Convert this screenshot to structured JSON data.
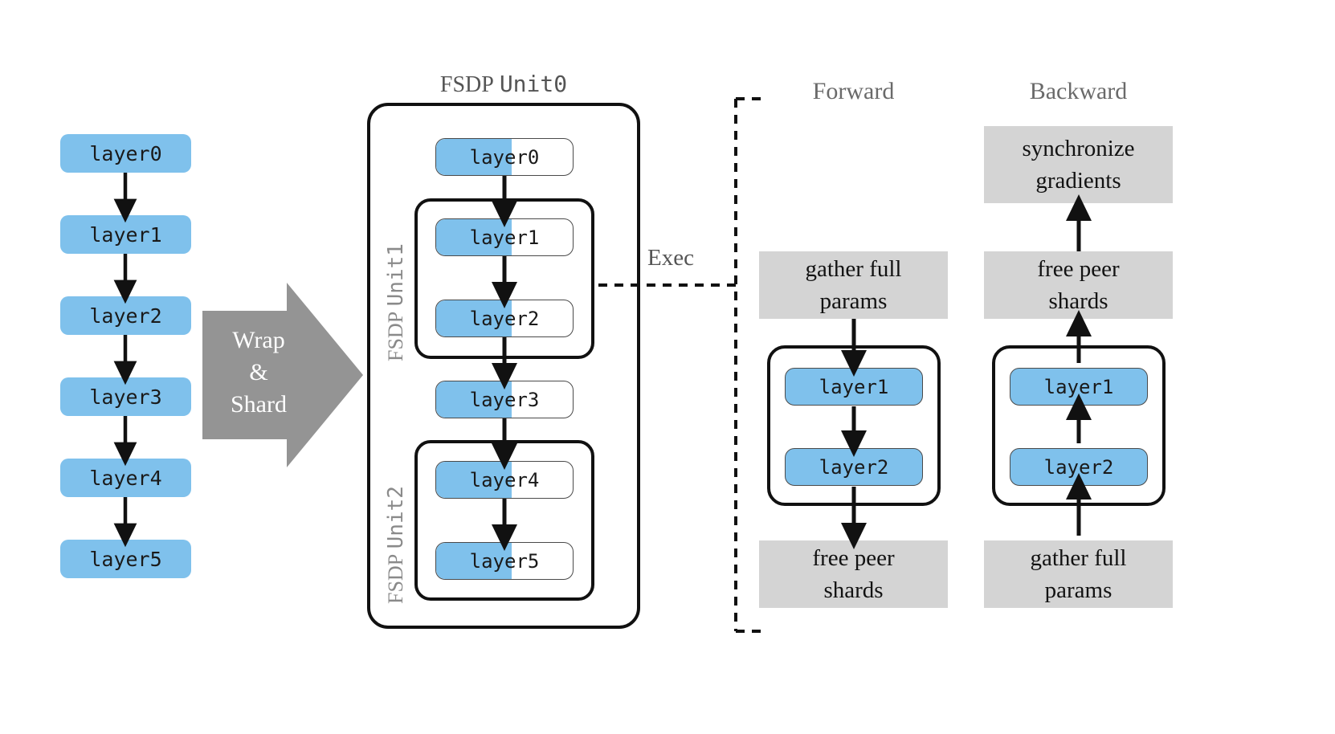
{
  "figure": {
    "title": "FSDP wrap-and-shard with forward and backward execution"
  },
  "plain_stack": {
    "name": "unwrapped-model",
    "layers": [
      "layer0",
      "layer1",
      "layer2",
      "layer3",
      "layer4",
      "layer5"
    ]
  },
  "transform_arrow": {
    "line1": "Wrap",
    "line2": "&",
    "line3": "Shard",
    "color": "#949494",
    "text_color": "#ffffff"
  },
  "wrapped_model": {
    "unit0_caption_serif": "FSDP",
    "unit0_caption_mono": "Unit0",
    "unit1_caption_serif": "FSDP",
    "unit1_caption_mono": "Unit1",
    "unit2_caption_serif": "FSDP",
    "unit2_caption_mono": "Unit2",
    "layers": [
      "layer0",
      "layer1",
      "layer2",
      "layer3",
      "layer4",
      "layer5"
    ]
  },
  "exec": {
    "label": "Exec"
  },
  "forward": {
    "header": "Forward",
    "top_op_line1": "gather full",
    "top_op_line2": "params",
    "layers": [
      "layer1",
      "layer2"
    ],
    "bottom_op_line1": "free peer",
    "bottom_op_line2": "shards"
  },
  "backward": {
    "header": "Backward",
    "top_op_line1": "synchronize",
    "top_op_line2": "gradients",
    "second_op_line1": "free peer",
    "second_op_line2": "shards",
    "layers": [
      "layer1",
      "layer2"
    ],
    "bottom_op_line1": "gather full",
    "bottom_op_line2": "params"
  },
  "colors": {
    "layer_blue": "#7FC1EC",
    "op_gray": "#D4D4D4",
    "arrow_gray": "#949494",
    "caption_gray": "#8a8a8a",
    "header_gray": "#6a6a6a",
    "stroke_black": "#111111"
  }
}
